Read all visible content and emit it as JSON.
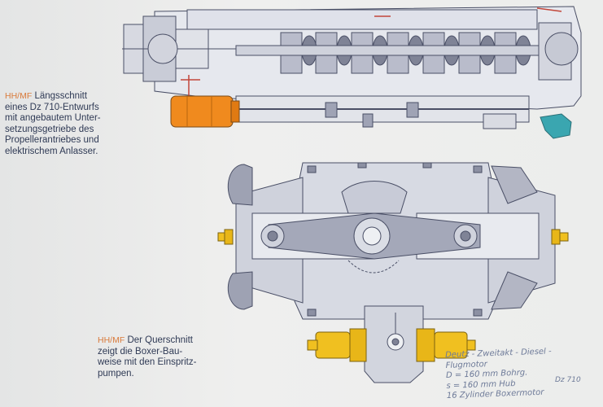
{
  "caption1": {
    "source": "HH/MF",
    "lines": [
      "Längsschnitt",
      "eines Dz 710-Entwurfs",
      "mit angebautem Unter-",
      "setzungsgetriebe des",
      "Propellerantriebes und",
      "elektrischem Anlasser."
    ]
  },
  "caption2": {
    "source": "HH/MF",
    "lines": [
      "Der Querschnitt",
      "zeigt die Boxer-Bau-",
      "weise mit den Einspritz-",
      "pumpen."
    ]
  },
  "drawing_note": {
    "lines": [
      "Deutz - Zweitakt - Diesel - Flugmotor",
      "D = 160 mm Bohrg.",
      "s = 160 mm Hub",
      "16 Zylinder Boxermotor"
    ],
    "number": "Dz 710"
  },
  "colors": {
    "pump_yellow": "#f0c020",
    "starter_orange": "#f08a1e",
    "teal": "#3aa6b0"
  }
}
